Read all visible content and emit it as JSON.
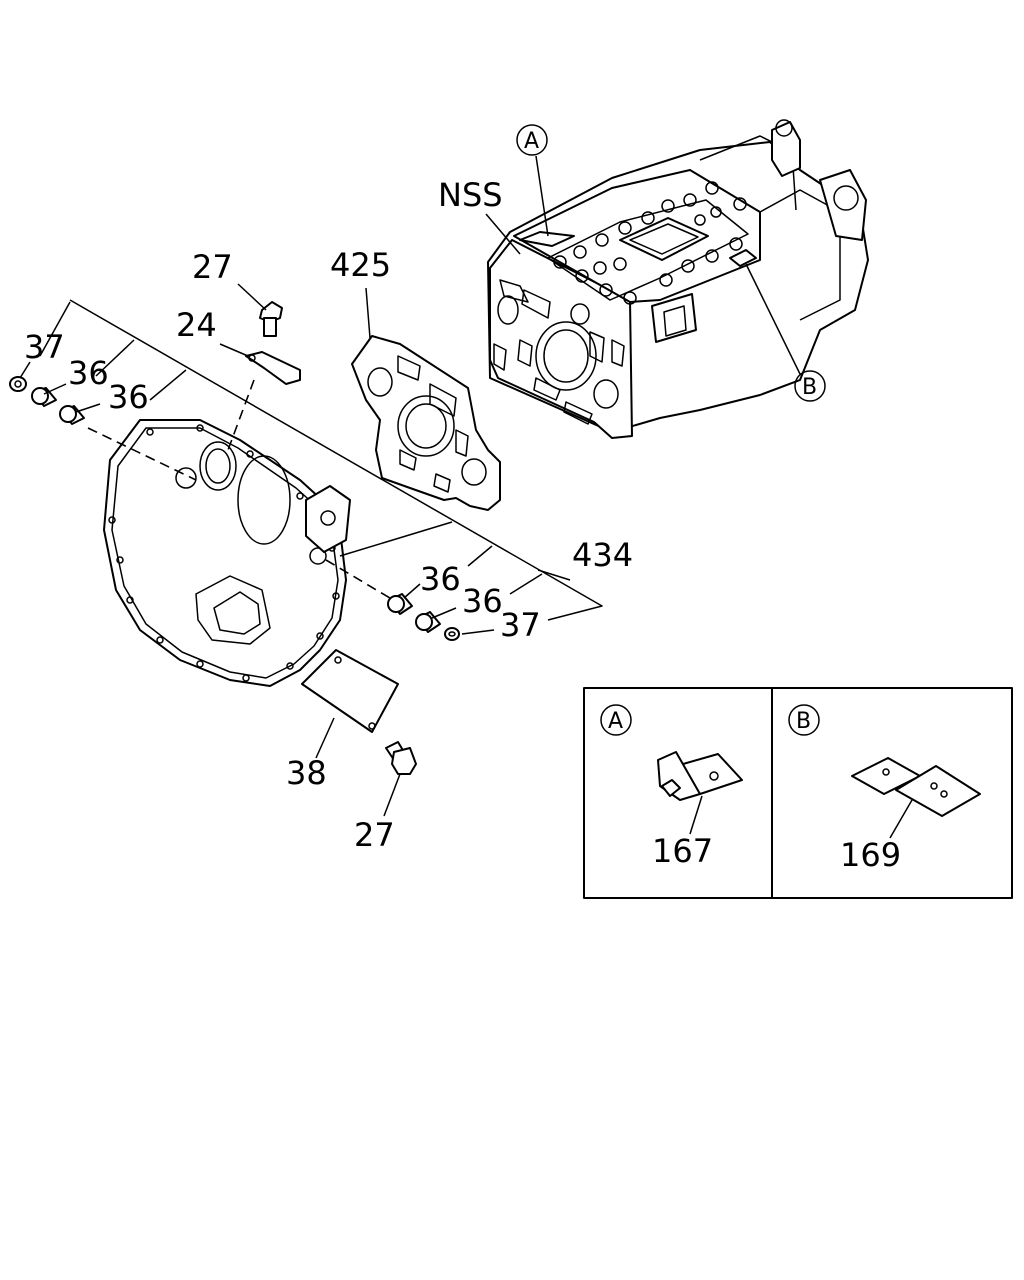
{
  "callouts": {
    "c27_top": "27",
    "c24": "24",
    "c425": "425",
    "c37_left": "37",
    "c36_left_a": "36",
    "c36_left_b": "36",
    "c434": "434",
    "c36_right_a": "36",
    "c36_right_b": "36",
    "c37_right": "37",
    "c38": "38",
    "c27_bottom": "27",
    "nss": "NSS",
    "ref_a": "A",
    "ref_b": "B"
  },
  "detail_box": {
    "panel_a": {
      "marker": "A",
      "part": "167"
    },
    "panel_b": {
      "marker": "B",
      "part": "169"
    }
  }
}
